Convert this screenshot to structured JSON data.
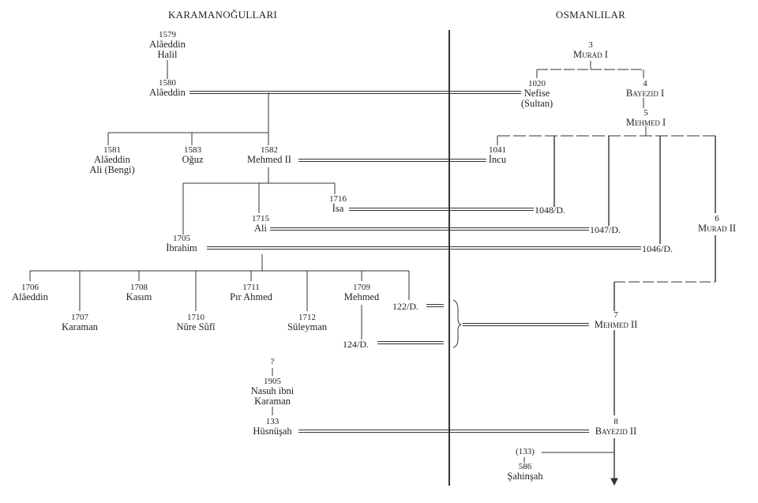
{
  "headers": {
    "left": "KARAMANOĞULLARI",
    "right": "OSMANLILAR"
  },
  "nodes": {
    "n1579": {
      "num": "1579",
      "name": [
        "Alâeddin",
        "Halil"
      ]
    },
    "n1580": {
      "num": "1580",
      "name": [
        "Alâeddin"
      ]
    },
    "n1581": {
      "num": "1581",
      "name": [
        "Alâeddin",
        "Ali (Bengi)"
      ]
    },
    "n1583": {
      "num": "1583",
      "name": [
        "Oğuz"
      ]
    },
    "n1582": {
      "num": "1582",
      "name": [
        "Mehmed II"
      ]
    },
    "n1716": {
      "num": "1716",
      "name": [
        "İsa"
      ]
    },
    "n1715": {
      "num": "1715",
      "name": [
        "Ali"
      ]
    },
    "n1705": {
      "num": "1705",
      "name": [
        "İbrahim"
      ]
    },
    "n1706": {
      "num": "1706",
      "name": [
        "Alâeddin"
      ]
    },
    "n1707": {
      "num": "1707",
      "name": [
        "Karaman"
      ]
    },
    "n1708": {
      "num": "1708",
      "name": [
        "Kasım"
      ]
    },
    "n1710": {
      "num": "1710",
      "name": [
        "Nûre Sûfî"
      ]
    },
    "n1711": {
      "num": "1711",
      "name": [
        "Pır Ahmed"
      ]
    },
    "n1712": {
      "num": "1712",
      "name": [
        "Süleyman"
      ]
    },
    "n1709": {
      "num": "1709",
      "name": [
        "Mehmed"
      ]
    },
    "nq": {
      "num": "?",
      "name": []
    },
    "n1905": {
      "num": "1905",
      "name": [
        "Nasuh ibni",
        "Karaman"
      ]
    },
    "n133": {
      "num": "133",
      "name": [
        "Hüsnüşah"
      ]
    },
    "o3": {
      "num": "3",
      "name": [
        "Murad I"
      ]
    },
    "n1020": {
      "num": "1020",
      "name": [
        "Nefise",
        "(Sultan)"
      ]
    },
    "o4": {
      "num": "4",
      "name": [
        "Bayezid I"
      ]
    },
    "o5": {
      "num": "5",
      "name": [
        "Mehmed I"
      ]
    },
    "n1041": {
      "num": "1041",
      "name": [
        "İncu"
      ]
    },
    "o6": {
      "num": "6",
      "name": [
        "Murad II"
      ]
    },
    "o7": {
      "num": "7",
      "name": [
        "Mehmed II"
      ]
    },
    "o8": {
      "num": "8",
      "name": [
        "Bayezid II"
      ]
    },
    "n133b": {
      "num": "(133)",
      "name": []
    },
    "n586": {
      "num": "586",
      "name": [
        "Şahinşah"
      ]
    }
  },
  "labels": {
    "d1048": "1048/D.",
    "d1047": "1047/D.",
    "d1046": "1046/D.",
    "d122": "122/D.",
    "d124": "124/D."
  }
}
